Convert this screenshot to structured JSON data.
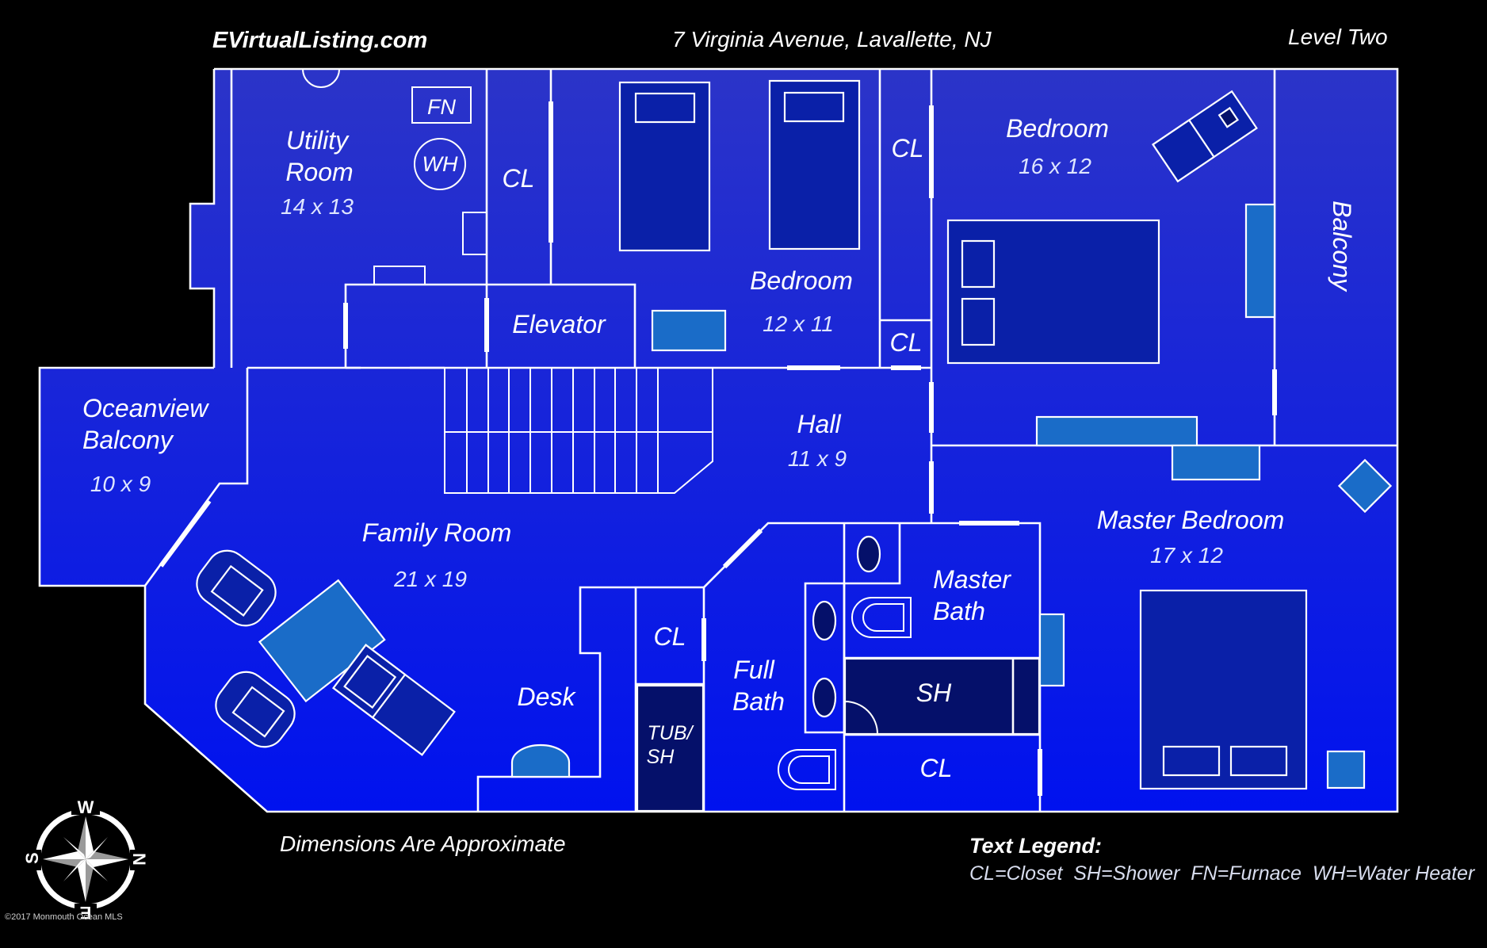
{
  "header": {
    "brand": "EVirtualListing.com",
    "address": "7 Virginia Avenue, Lavallette, NJ",
    "level": "Level Two"
  },
  "rooms": {
    "utility": {
      "line1": "Utility",
      "line2": "Room",
      "dims": "14 x 13"
    },
    "fn": "FN",
    "wh": "WH",
    "cl_upper_left": "CL",
    "bedroom_mid": {
      "name": "Bedroom",
      "dims": "12 x 11"
    },
    "cl_upper_mid": "CL",
    "cl_lower_mid": "CL",
    "bedroom_right": {
      "name": "Bedroom",
      "dims": "16 x 12"
    },
    "balcony": "Balcony",
    "elevator": "Elevator",
    "oceanview": {
      "line1": "Oceanview",
      "line2": "Balcony",
      "dims": "10 x 9"
    },
    "hall": {
      "name": "Hall",
      "dims": "11 x 9"
    },
    "family": {
      "name": "Family Room",
      "dims": "21 x 19"
    },
    "master_bedroom": {
      "name": "Master Bedroom",
      "dims": "17 x 12"
    },
    "master_bath": {
      "line1": "Master",
      "line2": "Bath"
    },
    "cl_hall": "CL",
    "desk": "Desk",
    "full_bath": {
      "line1": "Full",
      "line2": "Bath"
    },
    "tub": {
      "line1": "TUB/",
      "line2": "SH"
    },
    "sh": "SH",
    "cl_bath": "CL"
  },
  "footer": {
    "note": "Dimensions Are Approximate",
    "legend_title": "Text Legend:",
    "legend_text": "CL=Closet  SH=Shower  FN=Furnace  WH=Water Heater",
    "copyright": "©2017 Monmouth Ocean MLS"
  },
  "compass": {
    "n": "N",
    "s": "S",
    "e": "E",
    "w": "W"
  },
  "colors": {
    "background": "#000000",
    "floor_top": "#2a35d8",
    "floor_bottom": "#0010e6",
    "furniture_light": "#1a6cc8",
    "lines": "#ffffff"
  }
}
